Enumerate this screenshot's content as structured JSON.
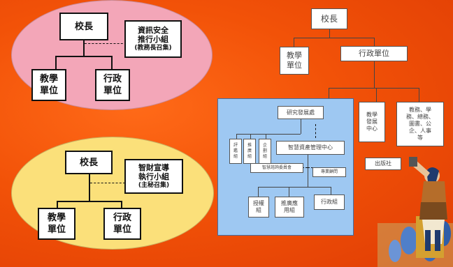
{
  "left_top": {
    "principal": "校長",
    "group_line1": "資訊安全",
    "group_line2": "推行小組",
    "group_note": "(教務長召集)",
    "teaching": "教學\n單位",
    "admin": "行政\n單位"
  },
  "left_bottom": {
    "principal": "校長",
    "group_line1": "智財宣導",
    "group_line2": "執行小組",
    "group_note": "(主秘召集)",
    "teaching": "教學\n單位",
    "admin": "行政\n單位"
  },
  "right": {
    "principal": "校長",
    "teaching": "教學\n單位",
    "admin": "行政單位",
    "rd": "研究發展處",
    "sub1": "評\n鑑\n組",
    "sub2": "推\n廣\n組",
    "sub3": "企\n劃\n組",
    "smart_center": "智慧資產管理中心",
    "committee": "智慧諮詢委員會",
    "consultant": "專業顧問",
    "license": "授權\n組",
    "promotion": "推廣應\n用組",
    "admin_group": "行政組",
    "teaching_dev": "教學\n發展\n中心",
    "offices": "教務、學\n務、總務、\n圖書、公\n企、人事\n等",
    "press": "出版社"
  },
  "colors": {
    "background": "#f25208",
    "pink": "#f3a6b8",
    "yellow": "#fbe07a",
    "panel": "#9ec8f2"
  }
}
